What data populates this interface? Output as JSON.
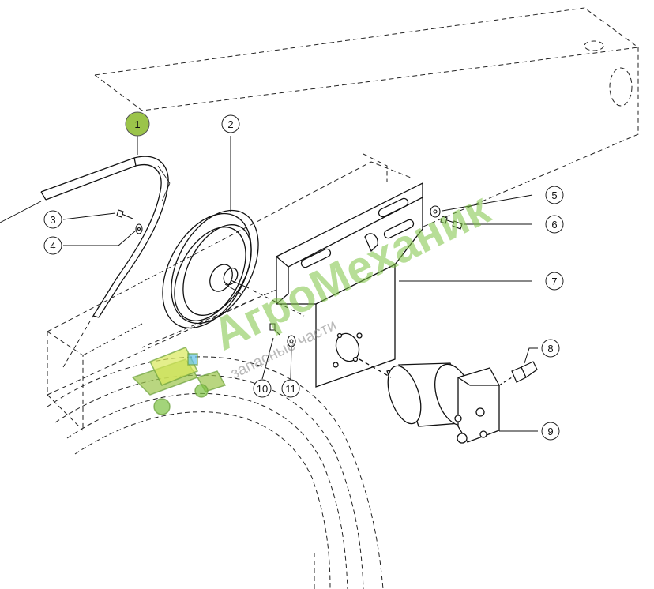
{
  "callouts": [
    {
      "id": "callout-1",
      "label": "1",
      "highlighted": true
    },
    {
      "id": "callout-2",
      "label": "2"
    },
    {
      "id": "callout-3",
      "label": "3"
    },
    {
      "id": "callout-4",
      "label": "4"
    },
    {
      "id": "callout-5",
      "label": "5"
    },
    {
      "id": "callout-6",
      "label": "6"
    },
    {
      "id": "callout-7",
      "label": "7"
    },
    {
      "id": "callout-8",
      "label": "8"
    },
    {
      "id": "callout-9",
      "label": "9"
    },
    {
      "id": "callout-10",
      "label": "10"
    },
    {
      "id": "callout-11",
      "label": "11"
    }
  ],
  "watermark": {
    "brand": "АгроМеханик",
    "tagline": "запасные части",
    "logo_icon": "combine-harvester-icon"
  },
  "colors": {
    "highlight": "#9bc44a",
    "line": "#111111",
    "watermark_green": "#7cc242"
  }
}
